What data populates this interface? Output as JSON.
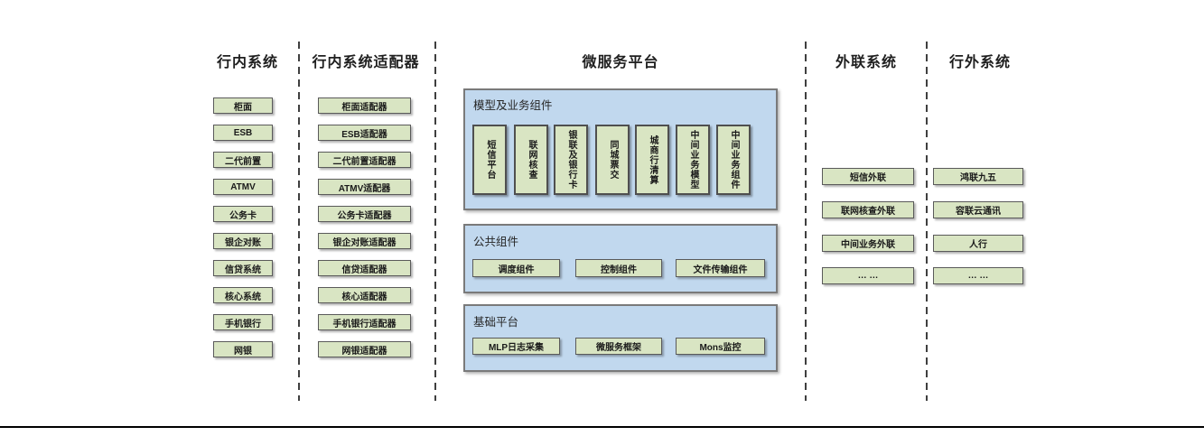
{
  "colors": {
    "box_green": "#d9e5c3",
    "panel_blue": "#c1d8ee",
    "box_border": "#5a5a5a",
    "panel_border": "#7a7a7a",
    "divider": "#3f3f3f",
    "edge_line": "#000000"
  },
  "columns": {
    "inner": {
      "title": "行内系统",
      "boxes": [
        "柜面",
        "ESB",
        "二代前置",
        "ATMV",
        "公务卡",
        "银企对账",
        "信贷系统",
        "核心系统",
        "手机银行",
        "网银"
      ]
    },
    "adapter": {
      "title": "行内系统适配器",
      "boxes": [
        "柜面适配器",
        "ESB适配器",
        "二代前置适配器",
        "ATMV适配器",
        "公务卡适配器",
        "银企对账适配器",
        "信贷适配器",
        "核心适配器",
        "手机银行适配器",
        "网银适配器"
      ]
    },
    "platform": {
      "title": "微服务平台",
      "groups": [
        {
          "label": "模型及业务组件",
          "items": [
            "短信平台",
            "联网核查",
            "银联及银行卡",
            "同城票交",
            "城商行清算",
            "中间业务模型",
            "中间业务组件"
          ]
        },
        {
          "label": "公共组件",
          "items": [
            "调度组件",
            "控制组件",
            "文件传输组件"
          ]
        },
        {
          "label": "基础平台",
          "items": [
            "MLP日志采集",
            "微服务框架",
            "Mons监控"
          ]
        }
      ]
    },
    "external_link": {
      "title": "外联系统",
      "boxes": [
        "短信外联",
        "联网核查外联",
        "中间业务外联",
        "… …"
      ]
    },
    "outside": {
      "title": "行外系统",
      "boxes": [
        "鸿联九五",
        "容联云通讯",
        "人行",
        "… …"
      ]
    }
  }
}
